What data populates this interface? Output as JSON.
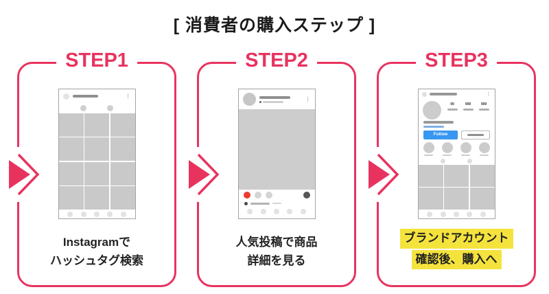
{
  "title": "[ 消費者の購入ステップ ]",
  "colors": {
    "accent": "#e8335f",
    "highlight_yellow": "#f5e33d",
    "follow_blue": "#3897f0",
    "like_red": "#ee3b2f"
  },
  "icons": {
    "more_options": "⋮"
  },
  "steps": [
    {
      "label": "STEP1",
      "caption": [
        "Instagramで",
        "ハッシュタグ検索"
      ],
      "screen": "instagram-hashtag-search"
    },
    {
      "label": "STEP2",
      "caption": [
        "人気投稿で商品",
        "詳細を見る"
      ],
      "screen": "instagram-post-detail"
    },
    {
      "label": "STEP3",
      "caption": [
        "ブランドアカウント",
        "確認後、購入へ"
      ],
      "caption_highlighted": true,
      "screen": "instagram-brand-profile",
      "profile": {
        "follow_button_label": "Follow",
        "stats": [
          "99",
          "999",
          "999"
        ]
      }
    }
  ]
}
